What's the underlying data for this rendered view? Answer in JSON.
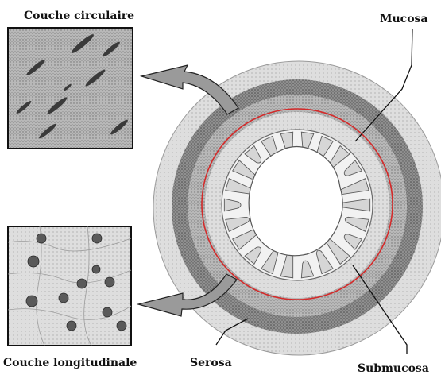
{
  "labels": {
    "couche_circulaire": "Couche circulaire",
    "couche_longitudinale": "Couche longitudinale",
    "mucosa": "Mucosa",
    "serosa": "Serosa",
    "submucosa": "Submucosa"
  },
  "colors": {
    "red_ring": "#d42a2a",
    "ink": "#111111",
    "tissue_light": "#e6e6e6",
    "tissue_mid": "#bdbdbd",
    "tissue_dark": "#8a8a8a"
  }
}
